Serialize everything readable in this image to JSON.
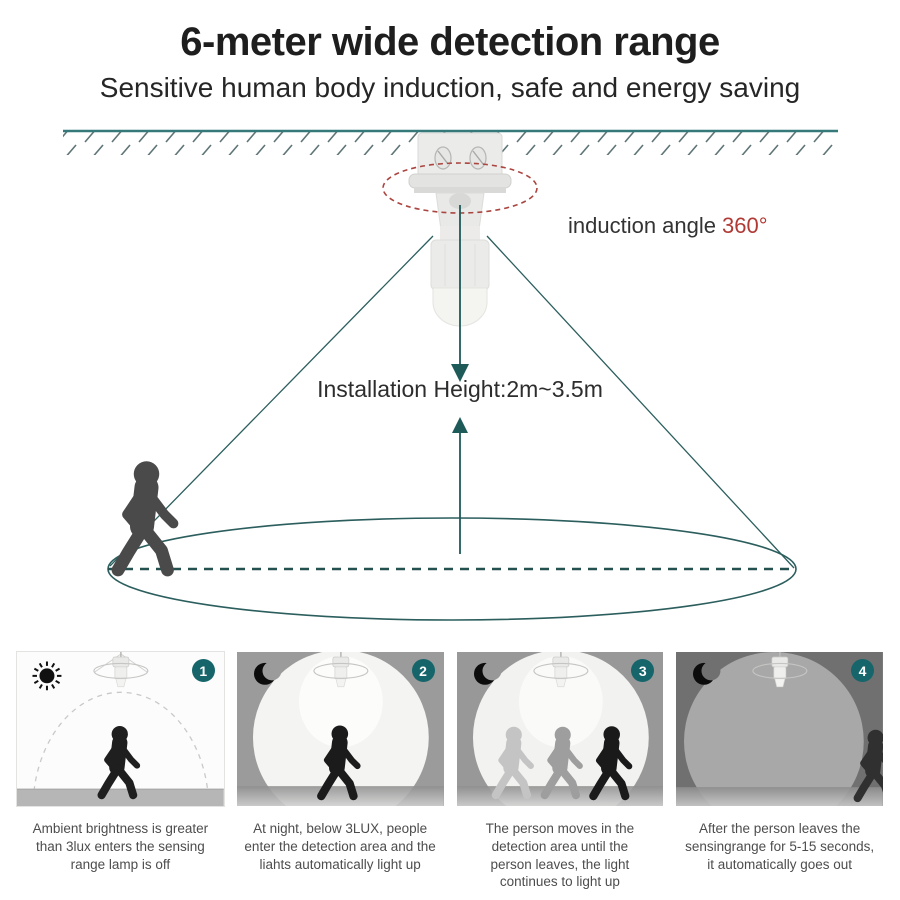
{
  "header": {
    "title": "6-meter wide detection range",
    "subtitle": "Sensitive human body induction, safe and energy saving"
  },
  "diagram": {
    "induction_angle_label": "induction angle",
    "induction_angle_value": "360°",
    "installation_height": "Installation Height:2m~3.5m"
  },
  "colors": {
    "accent_teal": "#2b5e5d",
    "badge_teal": "#15656b",
    "accent_red": "#ab4540"
  },
  "panels": [
    {
      "number": "1",
      "icon": "sun-icon",
      "caption": "Ambient brightness is greater than 3lux enters the sensing range lamp is off"
    },
    {
      "number": "2",
      "icon": "moon-icon",
      "caption": "At night, below 3LUX, people enter the detection area and the liahts automatically light up"
    },
    {
      "number": "3",
      "icon": "moon-icon",
      "caption": "The person moves in the detection area until the person leaves, the light continues to light up"
    },
    {
      "number": "4",
      "icon": "moon-icon",
      "caption": "After the person leaves the sensingrange for 5-15 seconds, it automatically goes out"
    }
  ]
}
